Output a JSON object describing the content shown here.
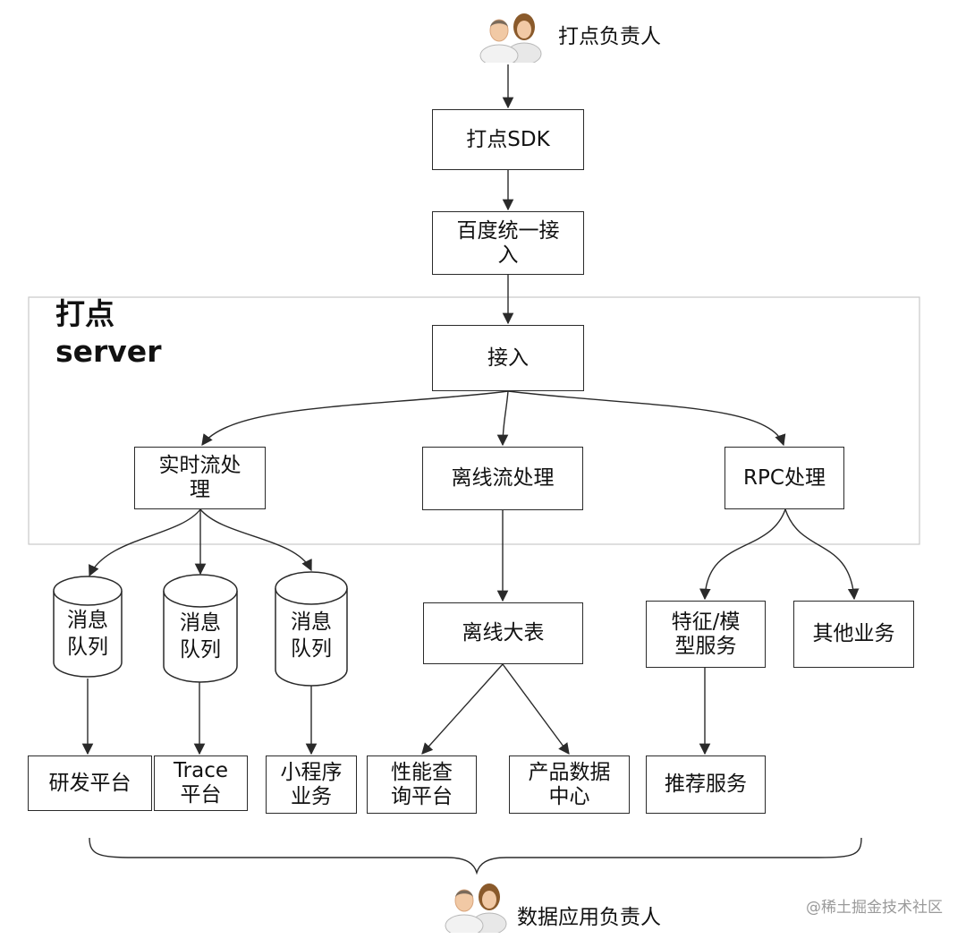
{
  "top_owner": {
    "label": "打点负责人",
    "icon": "user-pair-icon"
  },
  "bottom_owner": {
    "label": "数据应用负责人",
    "icon": "user-pair-icon"
  },
  "server_group": {
    "label": "打点\nserver"
  },
  "nodes": {
    "sdk": "打点SDK",
    "baidu_access": "百度统一接\n入",
    "access": "接入",
    "realtime": "实时流处\n理",
    "offline": "离线流处理",
    "rpc": "RPC处理",
    "queue1": "消息\n队列",
    "queue2": "消息\n队列",
    "queue3": "消息\n队列",
    "offline_table": "离线大表",
    "feature_model": "特征/模\n型服务",
    "other_biz": "其他业务",
    "rd_platform": "研发平台",
    "trace_platform": "Trace\n平台",
    "miniapp_biz": "小程序\n业务",
    "perf_query": "性能查\n询平台",
    "product_data": "产品数据\n中心",
    "recommend": "推荐服务"
  },
  "watermark": "@稀土掘金技术社区",
  "colors": {
    "line": "#2a2a2a",
    "group_border": "#c8c8c8",
    "skin": "#f1c9a5",
    "hair_brown": "#8a5a2b",
    "shirt": "#e8e8e8"
  }
}
